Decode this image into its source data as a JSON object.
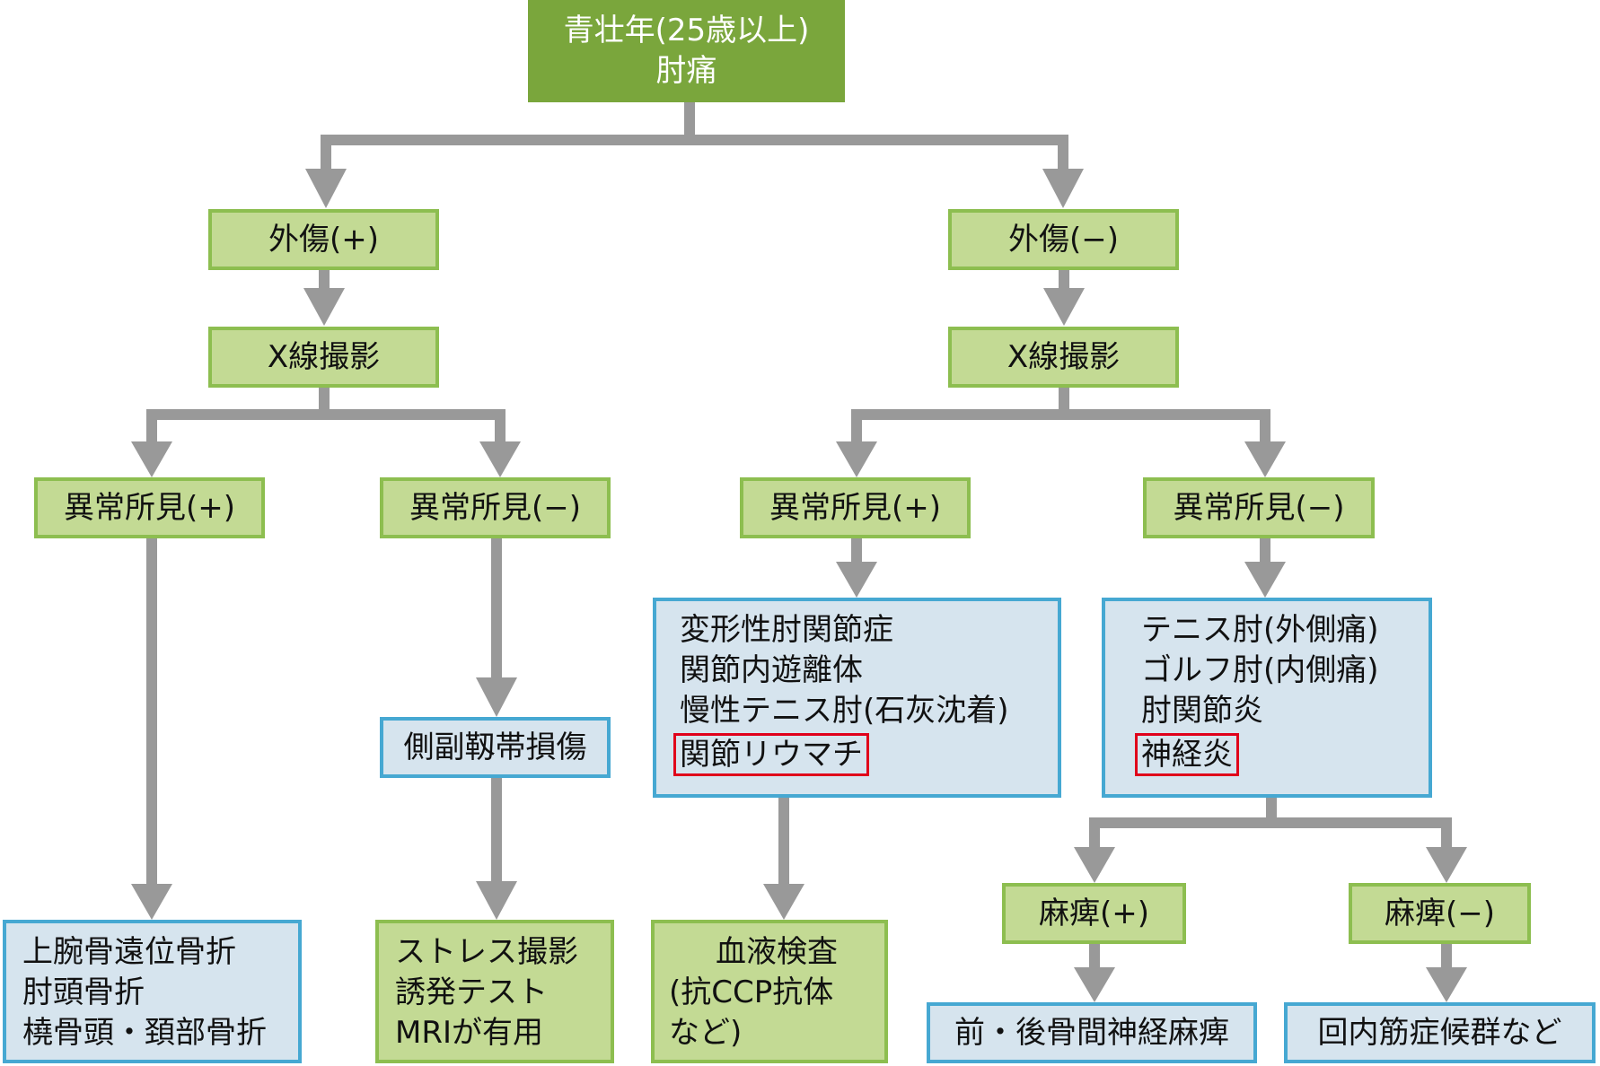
{
  "colors": {
    "header_fill": "#7aa63c",
    "step_fill": "#c3da94",
    "step_border": "#8dbe50",
    "result_fill": "#d6e4ee",
    "result_border": "#46a8d2",
    "arrow": "#999999",
    "highlight": "#e0001a"
  },
  "root": {
    "lines": [
      "青壮年(25歳以上)",
      "肘痛"
    ]
  },
  "trauma_pos": {
    "label": "外傷(+)",
    "xray": "X線撮影",
    "abn_pos": {
      "label": "異常所見(+)",
      "result": [
        "上腕骨遠位骨折",
        "肘頭骨折",
        "橈骨頭・頚部骨折"
      ]
    },
    "abn_neg": {
      "label": "異常所見(−)",
      "result": "側副靱帯損傷",
      "next": [
        "ストレス撮影",
        "誘発テスト",
        "MRIが有用"
      ]
    }
  },
  "trauma_neg": {
    "label": "外傷(−)",
    "xray": "X線撮影",
    "abn_pos": {
      "label": "異常所見(+)",
      "result": [
        "変形性肘関節症",
        "関節内遊離体",
        "慢性テニス肘(石灰沈着)"
      ],
      "highlight": "関節リウマチ",
      "next": [
        "血液検査",
        "(抗CCP抗体",
        "など)"
      ]
    },
    "abn_neg": {
      "label": "異常所見(−)",
      "result": [
        "テニス肘(外側痛)",
        "ゴルフ肘(内側痛)",
        "肘関節炎"
      ],
      "highlight": "神経炎",
      "palsy_pos": {
        "label": "麻痺(+)",
        "result": "前・後骨間神経麻痺"
      },
      "palsy_neg": {
        "label": "麻痺(−)",
        "result": "回内筋症候群など"
      }
    }
  }
}
